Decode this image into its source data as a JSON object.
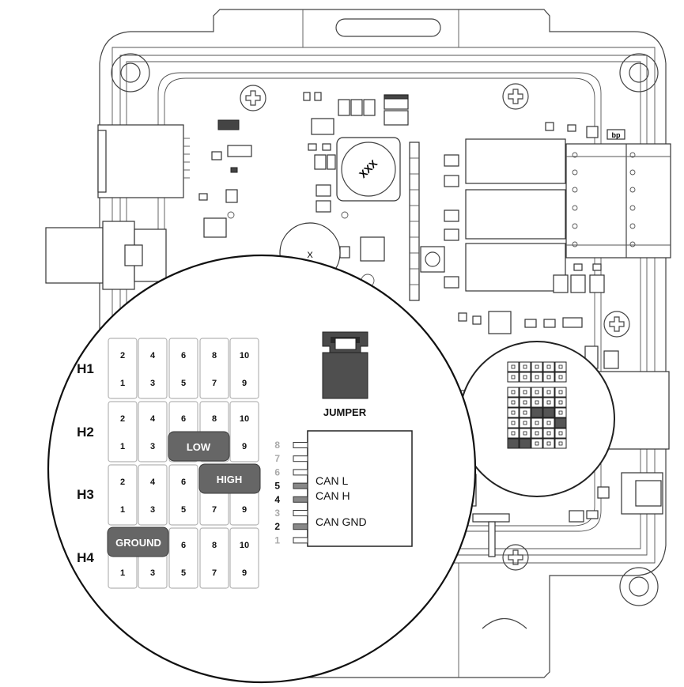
{
  "board_marking": "XXX",
  "inductor_marking": "X",
  "logo_marking": "bp",
  "rows": [
    {
      "label": "H1",
      "top": [
        "2",
        "4",
        "6",
        "8",
        "10"
      ],
      "bottom": [
        "1",
        "3",
        "5",
        "7",
        "9"
      ]
    },
    {
      "label": "H2",
      "top": [
        "2",
        "4",
        "6",
        "8",
        "10"
      ],
      "bottom": [
        "1",
        "3",
        "",
        "",
        "9"
      ]
    },
    {
      "label": "H3",
      "top": [
        "2",
        "4",
        "6",
        "",
        ""
      ],
      "bottom": [
        "1",
        "3",
        "5",
        "7",
        "9"
      ]
    },
    {
      "label": "H4",
      "top": [
        "",
        "",
        "6",
        "8",
        "10"
      ],
      "bottom": [
        "1",
        "3",
        "5",
        "7",
        "9"
      ]
    }
  ],
  "callouts": {
    "low": "LOW",
    "high": "HIGH",
    "ground": "GROUND"
  },
  "jumper_label": "JUMPER",
  "connector": {
    "pins": [
      "8",
      "7",
      "6",
      "5",
      "4",
      "3",
      "2",
      "1"
    ],
    "active_pins": [
      "5",
      "4",
      "2"
    ],
    "labels": {
      "can_l": "CAN L",
      "can_h": "CAN H",
      "can_gnd": "CAN GND"
    }
  },
  "colors": {
    "callout": "#666666",
    "active_pin": "#111111",
    "inactive_pin": "#aaaaaa"
  }
}
